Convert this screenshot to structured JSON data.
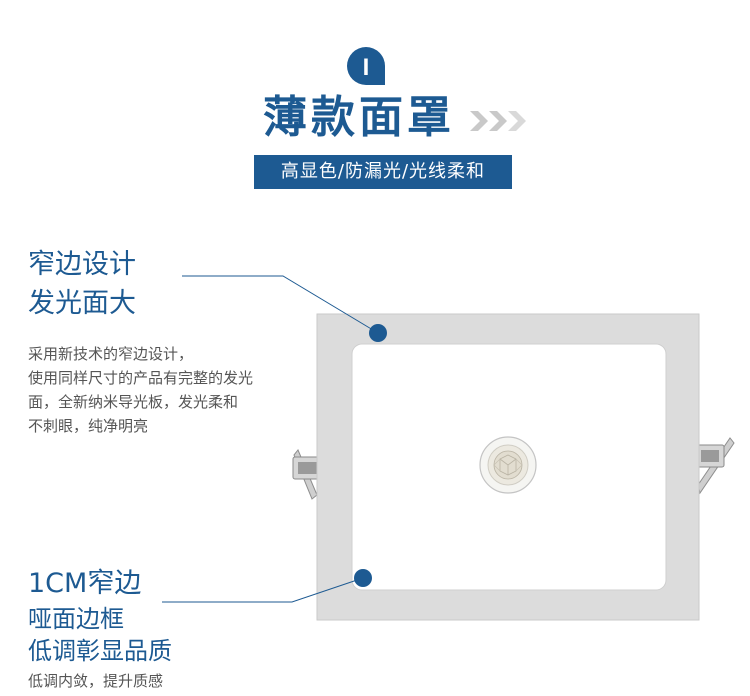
{
  "section": {
    "badge": "I",
    "title": "薄款面罩",
    "subtitle": "高显色/防漏光/光线柔和"
  },
  "feature1": {
    "title_line1": "窄边设计",
    "title_line2": "发光面大",
    "desc_lines": [
      "采用新技术的窄边设计，",
      "使用同样尺寸的产品有完整的发光",
      "面，全新纳米导光板，发光柔和",
      "不刺眼，纯净明亮"
    ]
  },
  "feature2": {
    "title_line1": "1CM窄边",
    "title_line2": "哑面边框",
    "title_line3": "低调彰显品质",
    "desc": "低调内敛，提升质感"
  },
  "colors": {
    "brand_blue": "#1d5a92",
    "chevron_gray": "#c9c9c9"
  },
  "icons": {
    "badge": "speech-bubble-icon",
    "chevrons": "triple-chevron-right-icon",
    "sensor": "motion-sensor-icon"
  }
}
